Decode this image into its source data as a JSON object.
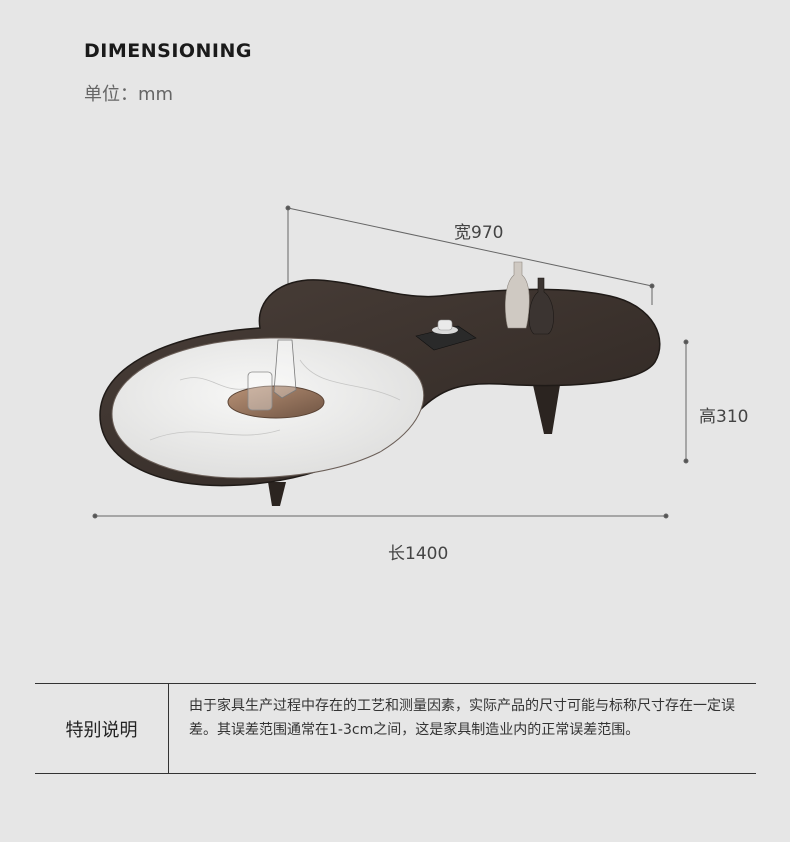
{
  "header": {
    "title": "DIMENSIONING",
    "unit": "单位：mm"
  },
  "dimensions": {
    "width_label": "宽970",
    "height_label": "高310",
    "length_label": "长1400"
  },
  "note": {
    "label": "特别说明",
    "text": "由于家具生产过程中存在的工艺和测量因素，实际产品的尺寸可能与标称尺寸存在一定误差。其误差范围通常在1-3cm之间，这是家具制造业内的正常误差范围。"
  },
  "colors": {
    "background": "#e6e6e6",
    "table_wood": "#3a302b",
    "marble": "#efefee",
    "line": "#555555"
  }
}
